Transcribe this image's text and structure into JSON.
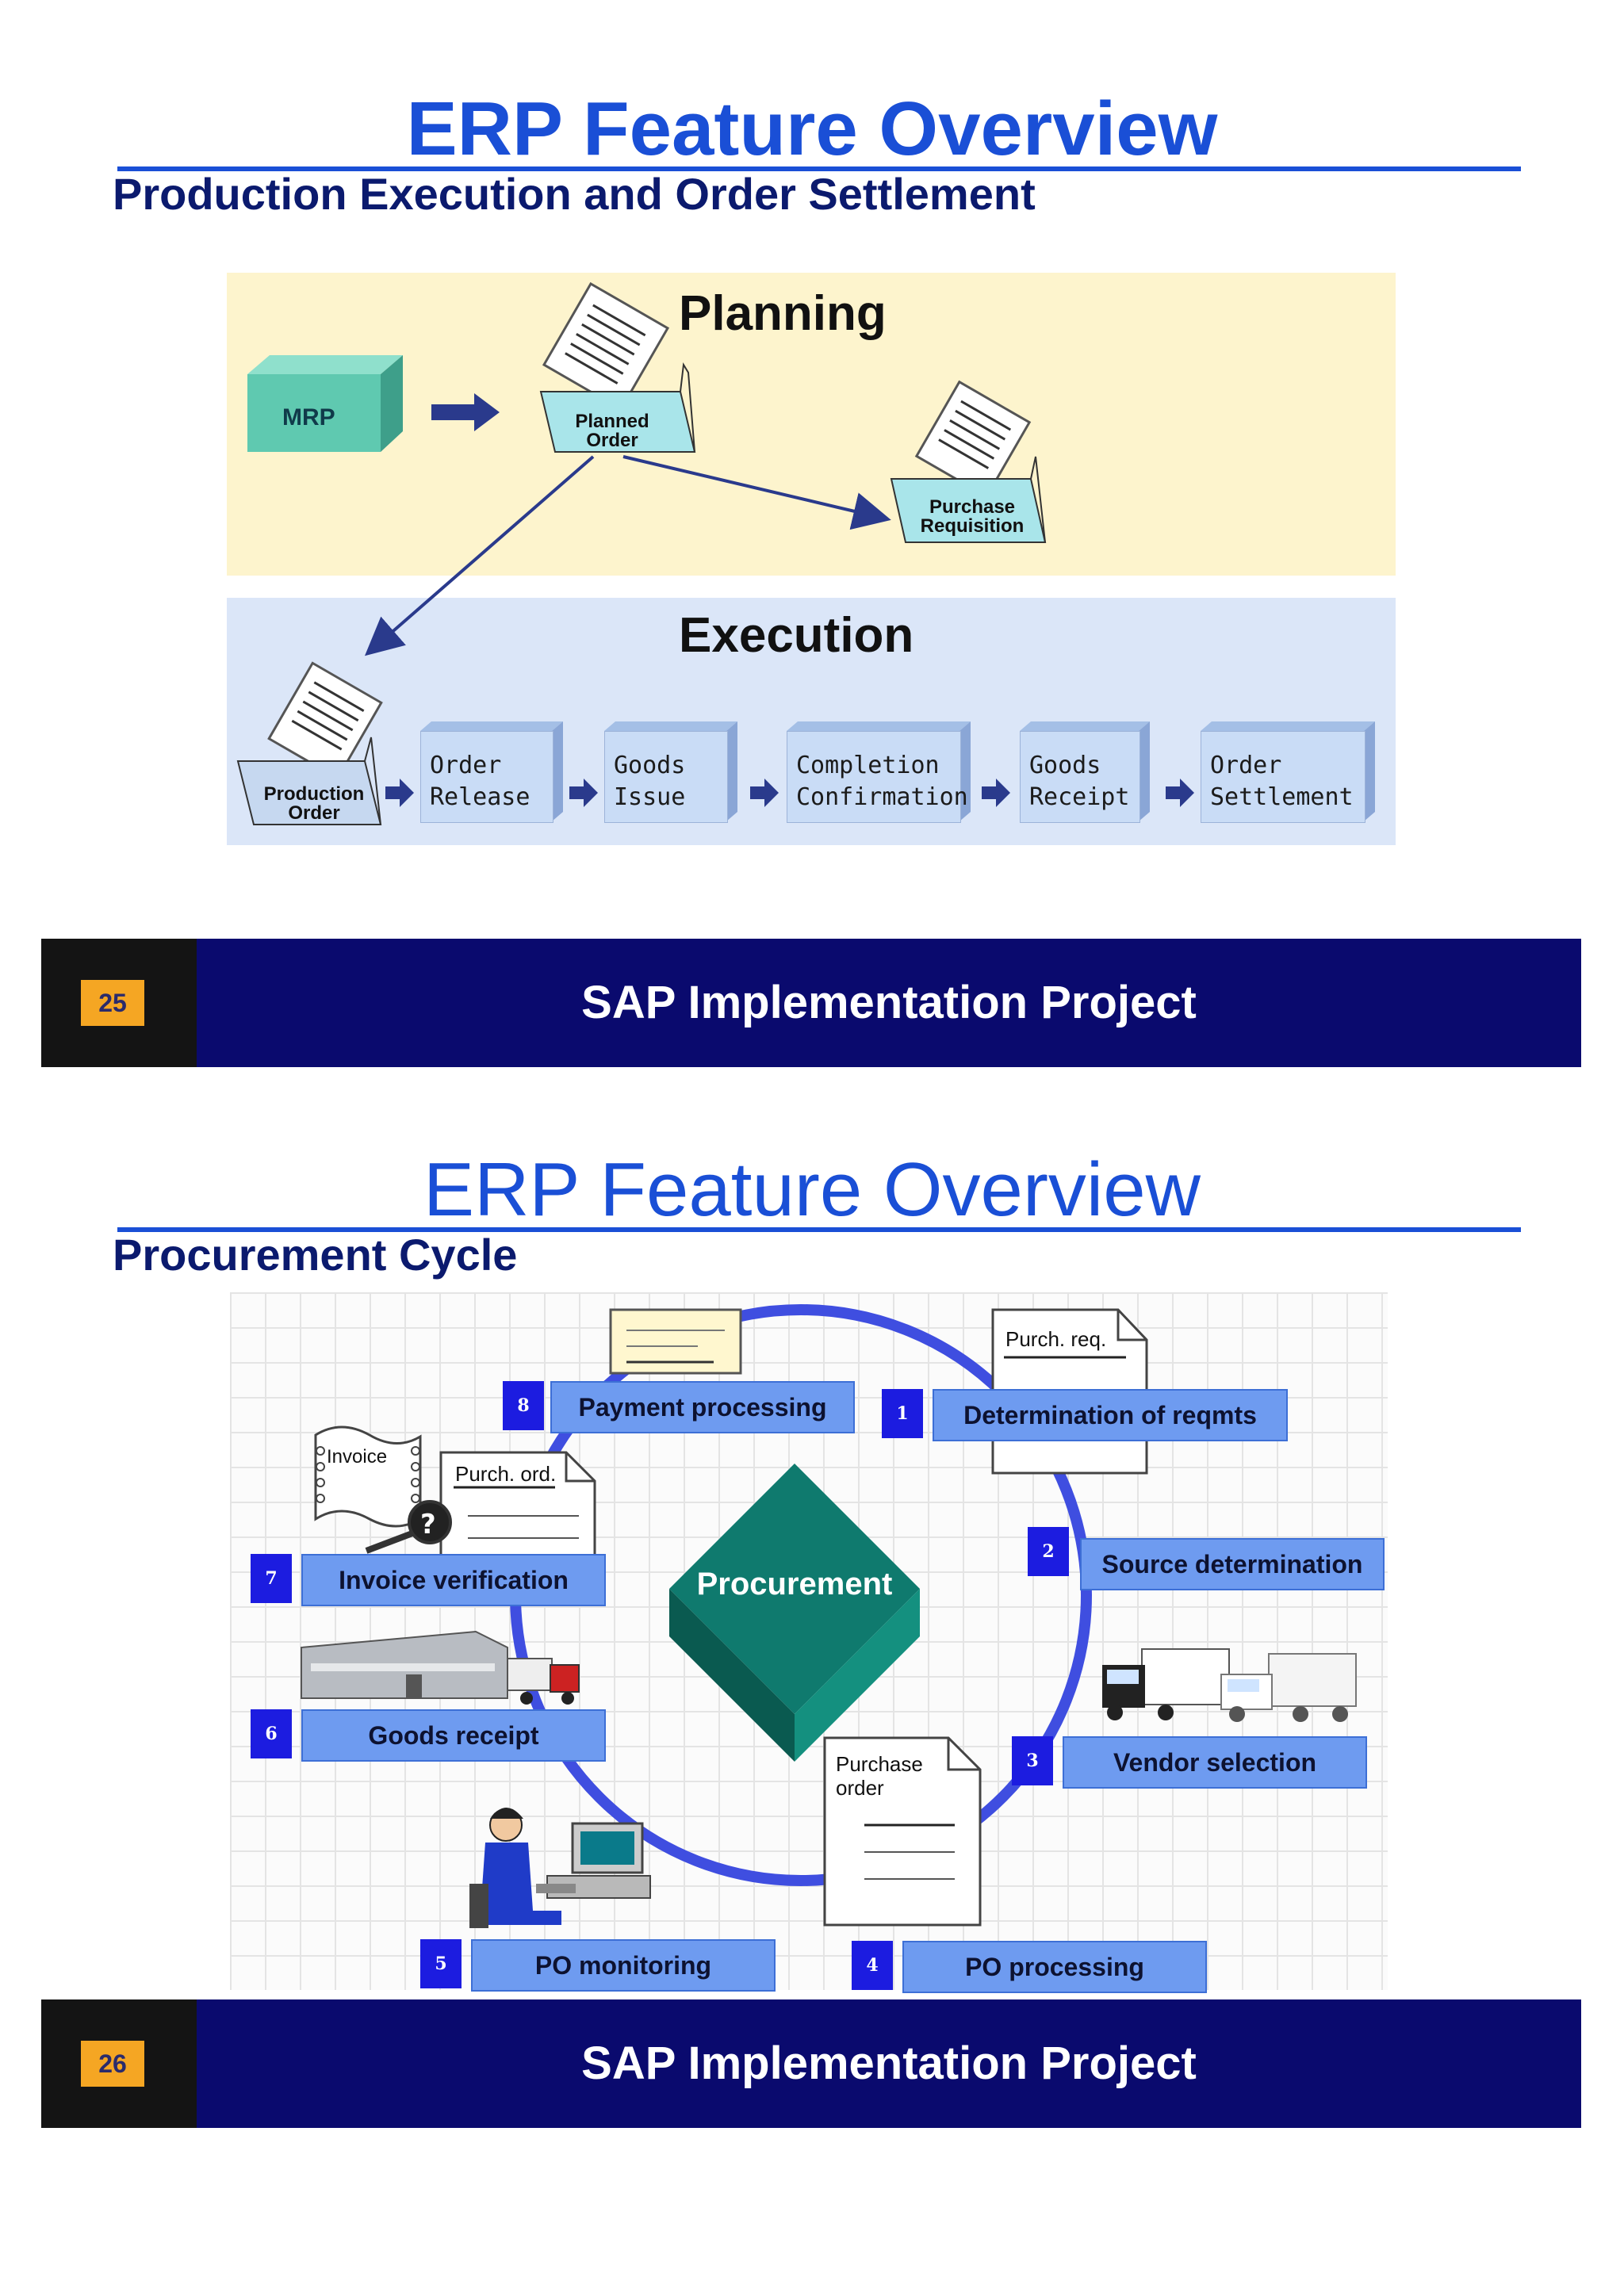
{
  "slide1": {
    "title": "ERP Feature Overview",
    "subtitle": "Production Execution and Order Settlement",
    "planning_label": "Planning",
    "execution_label": "Execution",
    "mrp_label": "MRP",
    "planned_order_label": [
      "Planned",
      "Order"
    ],
    "purchase_requisition_label": [
      "Purchase",
      "Requisition"
    ],
    "production_order_label": [
      "Production",
      "Order"
    ],
    "steps": [
      {
        "line1": "Order",
        "line2": "Release"
      },
      {
        "line1": "Goods",
        "line2": "Issue"
      },
      {
        "line1": "Completion",
        "line2": "Confirmation"
      },
      {
        "line1": "Goods",
        "line2": "Receipt"
      },
      {
        "line1": "Order",
        "line2": "Settlement"
      }
    ],
    "footer": {
      "page": "25",
      "text": "SAP Implementation Project"
    }
  },
  "slide2": {
    "title": "ERP Feature Overview",
    "subtitle": "Procurement Cycle",
    "center_label": "Procurement",
    "steps": [
      {
        "num": "1",
        "label": "Determination of reqmts"
      },
      {
        "num": "2",
        "label": "Source determination"
      },
      {
        "num": "3",
        "label": "Vendor selection"
      },
      {
        "num": "4",
        "label": "PO processing"
      },
      {
        "num": "5",
        "label": "PO monitoring"
      },
      {
        "num": "6",
        "label": "Goods receipt"
      },
      {
        "num": "7",
        "label": "Invoice verification"
      },
      {
        "num": "8",
        "label": "Payment processing"
      }
    ],
    "purch_req_label": "Purch. req.",
    "purch_ord_label": "Purch. ord.",
    "invoice_label": "Invoice",
    "purchase_order_label": [
      "Purchase",
      "order"
    ],
    "footer": {
      "page": "26",
      "text": "SAP Implementation Project"
    }
  },
  "colors": {
    "title_blue": "#1a4fd6",
    "footer_navy": "#0a0a6e",
    "page_badge": "#f5a623",
    "planning_bg": "#fdf4cd",
    "execution_bg": "#dbe6f8",
    "mrp_teal": "#5fc9b0",
    "procurement_green": "#0f7a6e",
    "step_box_blue": "#6e9bf0"
  }
}
